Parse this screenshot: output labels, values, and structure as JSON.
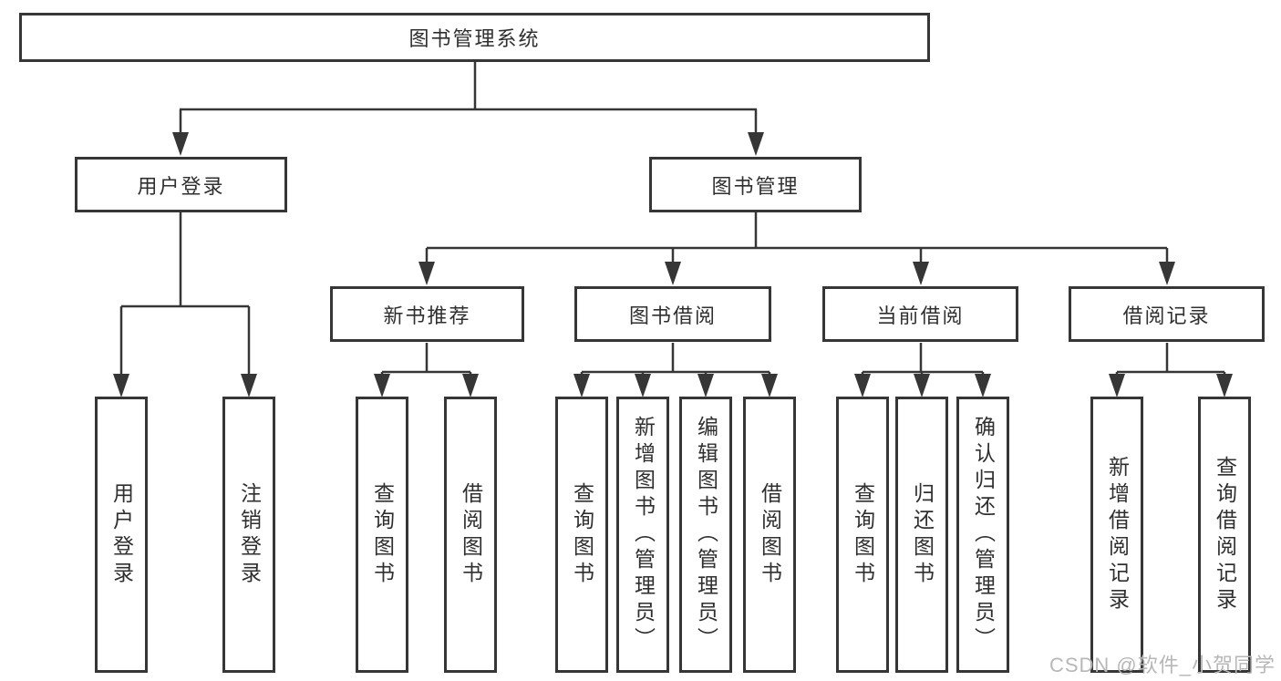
{
  "diagram": {
    "root": {
      "label": "图书管理系统"
    },
    "level2": [
      {
        "label": "用户登录"
      },
      {
        "label": "图书管理"
      }
    ],
    "level3": [
      {
        "label": "新书推荐"
      },
      {
        "label": "图书借阅"
      },
      {
        "label": "当前借阅"
      },
      {
        "label": "借阅记录"
      }
    ],
    "leaves": {
      "login": [
        "用户登录",
        "注销登录"
      ],
      "recommend": [
        "查询图书",
        "借阅图书"
      ],
      "borrow": [
        "查询图书",
        "新增图书（管理员）",
        "编辑图书（管理员）",
        "借阅图书"
      ],
      "current": [
        "查询图书",
        "归还图书",
        "确认归还（管理员）"
      ],
      "records": [
        "新增借阅记录",
        "查询借阅记录"
      ]
    }
  },
  "watermark": {
    "text": "CSDN @软件_小贺同学"
  },
  "colors": {
    "line": "#363636",
    "box_border": "#363636",
    "text": "#2f2f2f",
    "watermark": "#b7b7b7",
    "background": "#ffffff"
  }
}
